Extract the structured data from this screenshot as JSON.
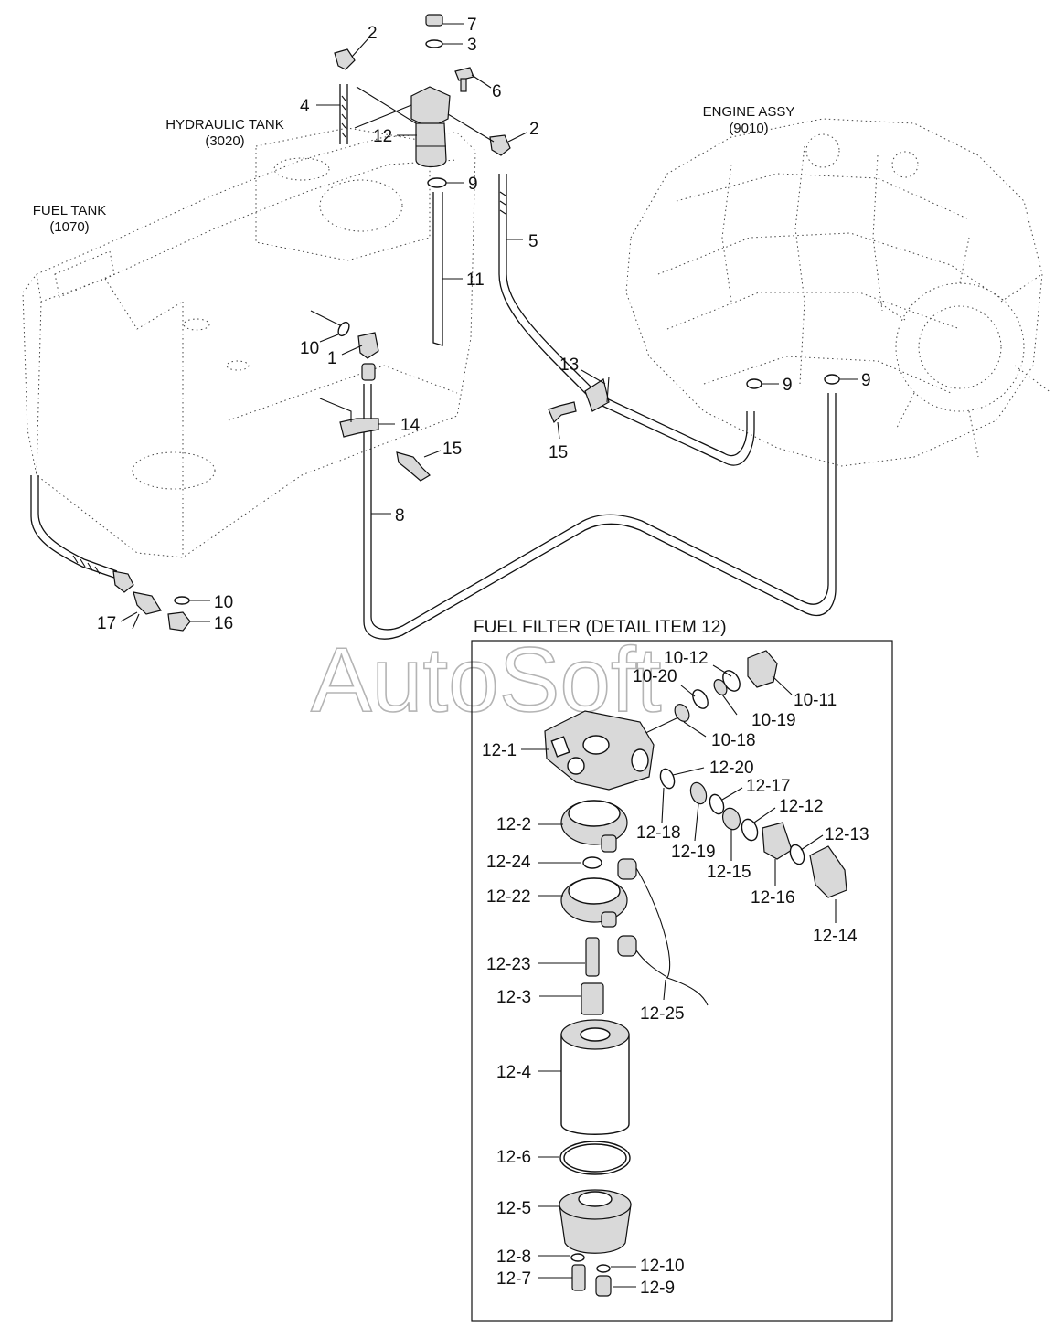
{
  "titles": {
    "hydraulic_tank": "HYDRAULIC TANK",
    "hydraulic_tank_code": "(3020)",
    "fuel_tank": "FUEL TANK",
    "fuel_tank_code": "(1070)",
    "engine_assy": "ENGINE ASSY",
    "engine_assy_code": "(9010)",
    "fuel_filter_detail": "FUEL FILTER (DETAIL ITEM 12)"
  },
  "watermark": "AutoSoft",
  "callouts": {
    "c7": "7",
    "c3": "3",
    "c2a": "2",
    "c6": "6",
    "c4": "4",
    "c12": "12",
    "c2b": "2",
    "c9a": "9",
    "c5": "5",
    "c11": "11",
    "c10a": "10",
    "c1": "1",
    "c13": "13",
    "c9b": "9",
    "c9c": "9",
    "c14": "14",
    "c15a": "15",
    "c15b": "15",
    "c8": "8",
    "c10b": "10",
    "c17": "17",
    "c16": "16"
  },
  "detail_callouts": {
    "d10_12": "10-12",
    "d10_20": "10-20",
    "d10_11": "10-11",
    "d10_19": "10-19",
    "d10_18": "10-18",
    "d12_1": "12-1",
    "d12_20": "12-20",
    "d12_17": "12-17",
    "d12_12": "12-12",
    "d12_13": "12-13",
    "d12_2": "12-2",
    "d12_18": "12-18",
    "d12_19": "12-19",
    "d12_15": "12-15",
    "d12_16": "12-16",
    "d12_14": "12-14",
    "d12_24": "12-24",
    "d12_22": "12-22",
    "d12_23": "12-23",
    "d12_25": "12-25",
    "d12_3": "12-3",
    "d12_4": "12-4",
    "d12_6": "12-6",
    "d12_5": "12-5",
    "d12_8": "12-8",
    "d12_10": "12-10",
    "d12_7": "12-7",
    "d12_9": "12-9"
  }
}
